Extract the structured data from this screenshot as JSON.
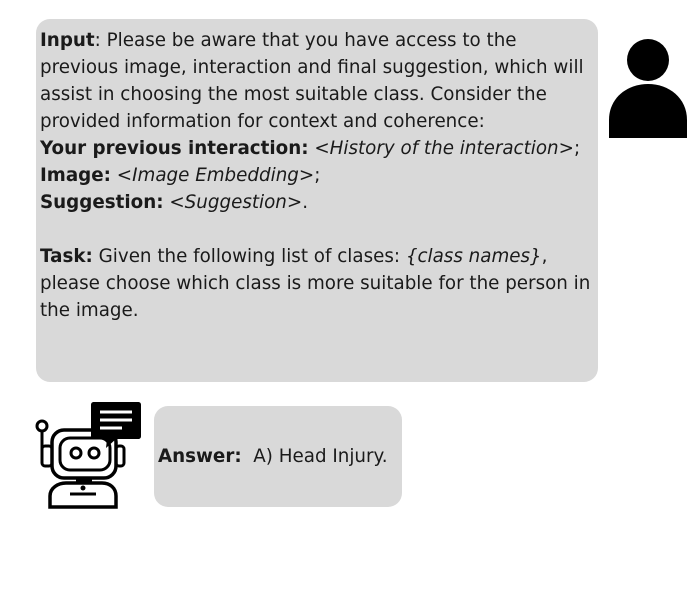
{
  "prompt": {
    "input_label": "Input",
    "input_text": ": Please be aware that you have access to the previous image, interaction and final suggestion, which will assist in choosing the most suitable class. Consider the provided information for context and coherence:",
    "interaction_label": "Your previous interaction:",
    "interaction_open": " <",
    "interaction_value": "History of the interaction",
    "interaction_close": ">;",
    "image_label": "Image:",
    "image_open": " <",
    "image_value": "Image Embedding",
    "image_close": ">;",
    "suggestion_label": "Suggestion:",
    "suggestion_open": " <",
    "suggestion_value": "Suggestion",
    "suggestion_close": ">.",
    "task_label": "Task:",
    "task_text_1": " Given the following list of clases: ",
    "task_value": "{class names}",
    "task_text_2": ", please choose which class is more suitable for the person in the image."
  },
  "answer": {
    "label": "Answer:",
    "value": "A) Head Injury."
  },
  "icons": {
    "user": "user-person-icon",
    "robot": "robot-chat-icon"
  },
  "colors": {
    "bubble": "#d9d9d9",
    "icon": "#000000"
  }
}
